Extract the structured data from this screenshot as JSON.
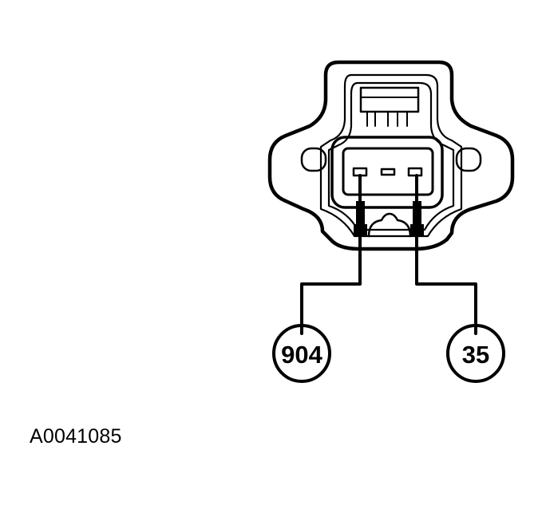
{
  "diagram": {
    "figure_id": "A0041085",
    "wires": [
      {
        "circuit": "904"
      },
      {
        "circuit": "35"
      }
    ],
    "colors": {
      "line": "#000000",
      "background": "#ffffff"
    }
  }
}
